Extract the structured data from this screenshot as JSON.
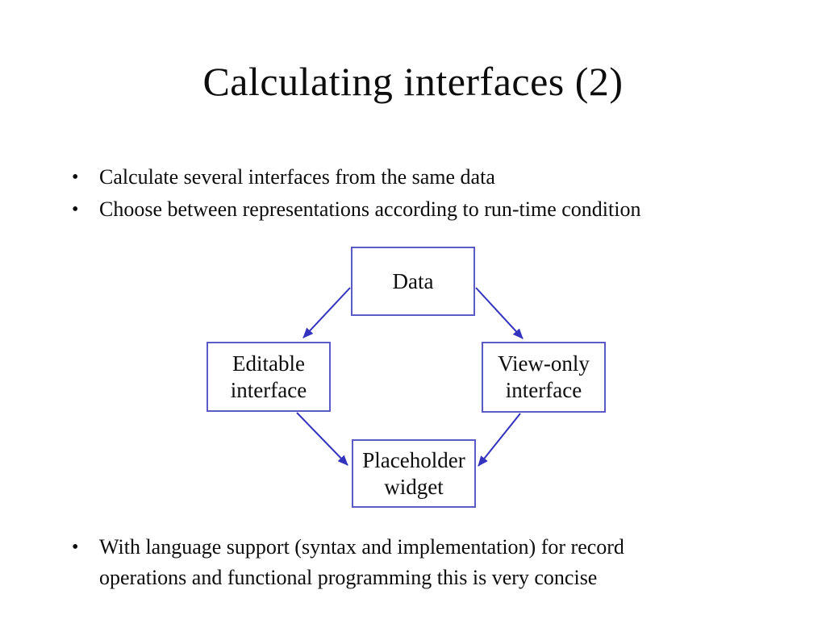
{
  "slide": {
    "title": "Calculating interfaces (2)",
    "bullet_char": "•",
    "top_bullets": [
      {
        "text": "Calculate several interfaces from the same data"
      },
      {
        "text": "Choose between representations according to run-time condition"
      }
    ],
    "bottom_bullets": [
      {
        "lines": [
          "With language support (syntax and implementation) for record",
          "operations and functional programming this is very concise"
        ]
      }
    ]
  },
  "diagram": {
    "boxes": {
      "data": {
        "lines": [
          "Data"
        ]
      },
      "editable": {
        "lines": [
          "Editable",
          "interface"
        ]
      },
      "view_only": {
        "lines": [
          "View-only",
          "interface"
        ]
      },
      "placeholder": {
        "lines": [
          "Placeholder",
          "widget"
        ]
      }
    },
    "arrows": [
      {
        "name": "data-to-editable"
      },
      {
        "name": "data-to-view-only"
      },
      {
        "name": "editable-to-placeholder"
      },
      {
        "name": "view-only-to-placeholder"
      }
    ],
    "colors": {
      "box_border": "#5b5bc8",
      "arrow": "#3333bf",
      "text": "#0d0d0d",
      "background": "#ffffff"
    }
  }
}
